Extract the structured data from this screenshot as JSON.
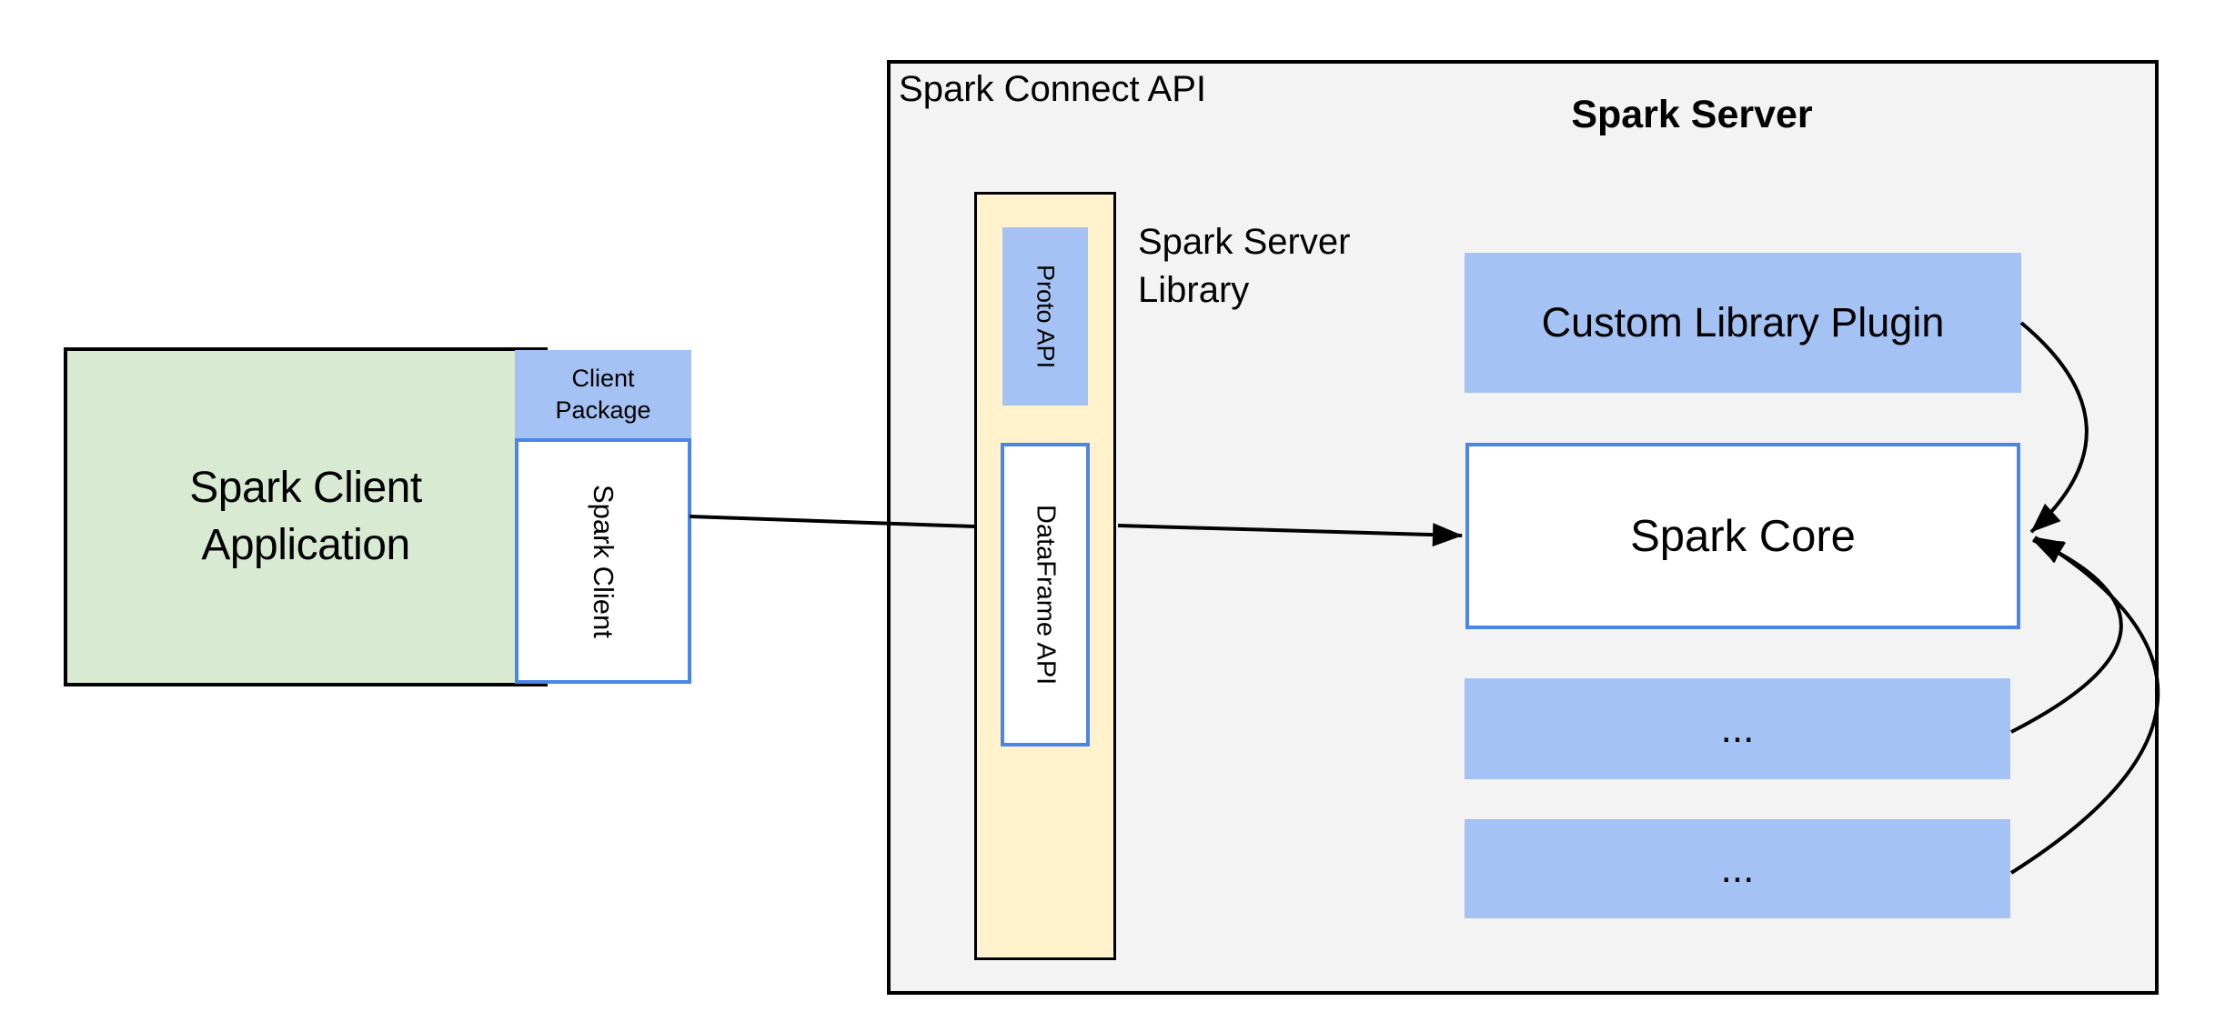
{
  "client": {
    "application_label": "Spark Client Application",
    "package_label": "Client Package",
    "client_label": "Spark Client"
  },
  "connect_api": {
    "heading": "Spark Connect API",
    "proto_label": "Proto API",
    "dataframe_label": "DataFrame API",
    "server_library_label": "Spark Server Library"
  },
  "server": {
    "heading": "Spark Server",
    "plugin_label": "Custom Library Plugin",
    "core_label": "Spark Core",
    "more_label_1": "...",
    "more_label_2": "..."
  },
  "colors": {
    "green_fill": "#d9ead3",
    "blue_fill": "#a4c2f4",
    "yellow_fill": "#fff2cc",
    "panel_fill": "#f3f3f3",
    "blue_border": "#4a86e8",
    "line_color": "#000000"
  }
}
